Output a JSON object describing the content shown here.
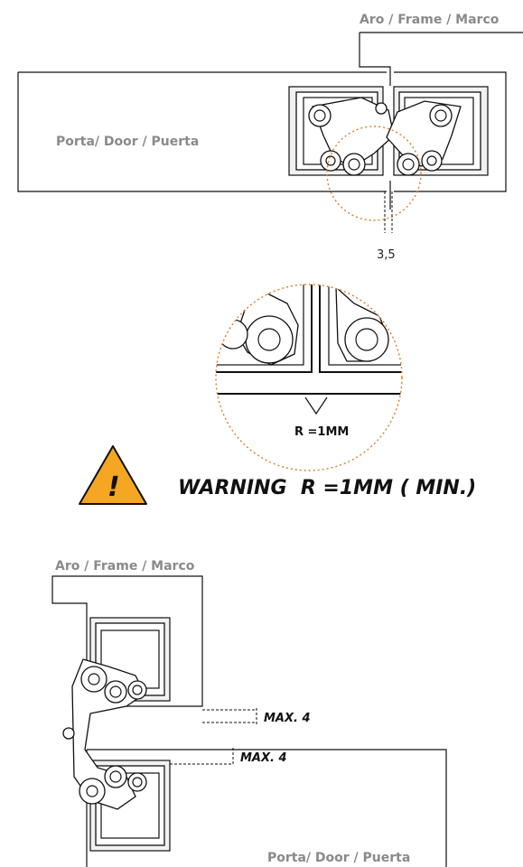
{
  "top_view": {
    "frame_label": "Aro / Frame / Marco",
    "door_label": "Porta/ Door / Puerta",
    "gap_dimension": "3,5"
  },
  "detail_view": {
    "radius_label": "R =1MM"
  },
  "warning": {
    "icon_glyph": "!",
    "text": "WARNING  R =1MM ( MIN.)",
    "icon_color": "#f5a623",
    "circle_color": "#e07b28"
  },
  "side_view": {
    "frame_label": "Aro / Frame / Marco",
    "door_label": "Porta/ Door / Puerta",
    "max_top": "MAX. 4",
    "max_bottom": "MAX. 4"
  }
}
